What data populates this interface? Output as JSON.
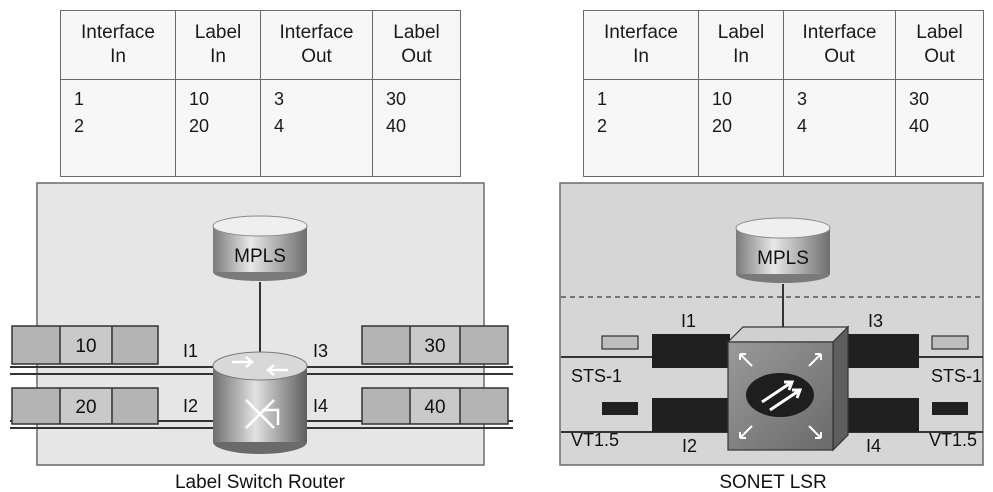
{
  "tables": [
    {
      "headers": [
        [
          "Interface",
          "In"
        ],
        [
          "Label",
          "In"
        ],
        [
          "Interface",
          "Out"
        ],
        [
          "Label",
          "Out"
        ]
      ],
      "columns": [
        [
          "1",
          "2"
        ],
        [
          "10",
          "20"
        ],
        [
          "3",
          "4"
        ],
        [
          "30",
          "40"
        ]
      ]
    },
    {
      "headers": [
        [
          "Interface",
          "In"
        ],
        [
          "Label",
          "In"
        ],
        [
          "Interface",
          "Out"
        ],
        [
          "Label",
          "Out"
        ]
      ],
      "columns": [
        [
          "1",
          "2"
        ],
        [
          "10",
          "20"
        ],
        [
          "3",
          "4"
        ],
        [
          "30",
          "40"
        ]
      ]
    }
  ],
  "lsr": {
    "caption": "Label Switch Router",
    "mpls_label": "MPLS",
    "packets": {
      "in_top": "10",
      "in_bottom": "20",
      "out_top": "30",
      "out_bottom": "40"
    },
    "interfaces": {
      "i1": "I1",
      "i2": "I2",
      "i3": "I3",
      "i4": "I4"
    }
  },
  "sonet": {
    "caption": "SONET LSR",
    "mpls_label": "MPLS",
    "signals": {
      "left_top": "STS-1",
      "left_bottom": "VT1.5",
      "right_top": "STS-1",
      "right_bottom": "VT1.5"
    },
    "interfaces": {
      "i1": "I1",
      "i2": "I2",
      "i3": "I3",
      "i4": "I4"
    }
  },
  "colors": {
    "panel": "#e6e6e6",
    "sonet_panel": "#d6d6d6",
    "packet": "#b4b4b4",
    "bar": "#202020",
    "border": "#6a6a6a"
  }
}
